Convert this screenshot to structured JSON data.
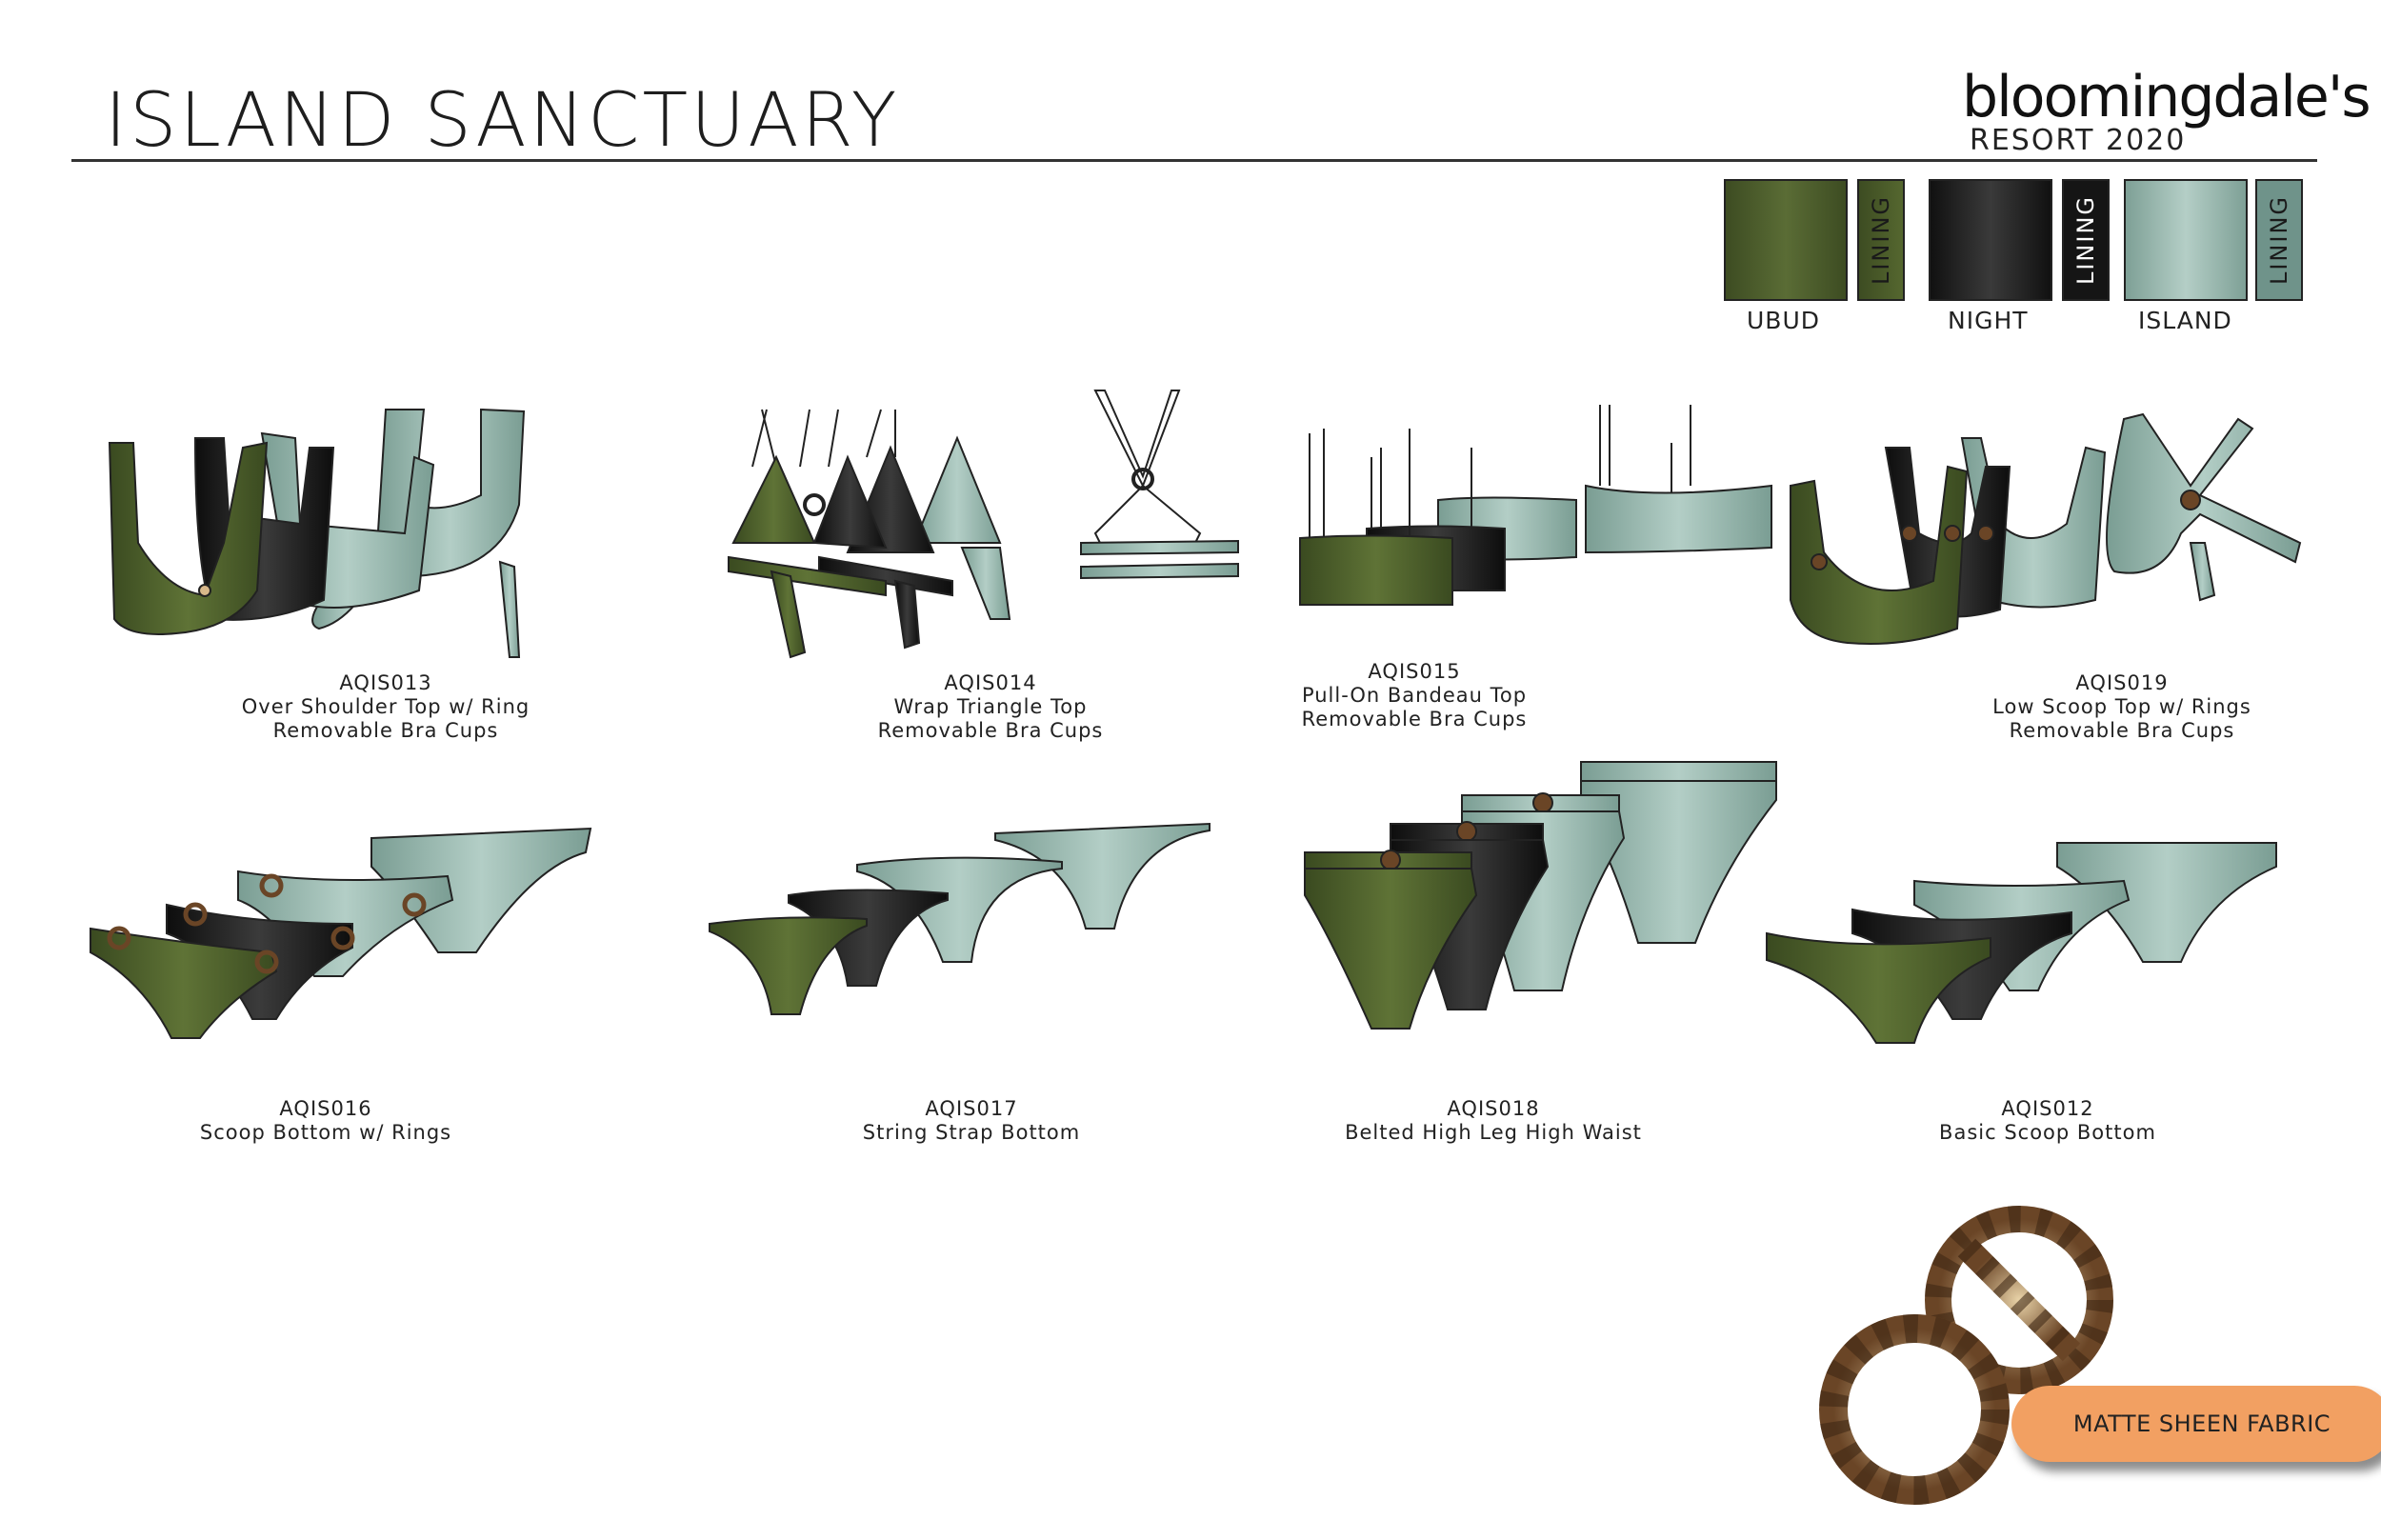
{
  "header": {
    "title": "ISLAND SANCTUARY",
    "brand": "bloomingdale's",
    "season": "RESORT 2020"
  },
  "colorways": [
    {
      "name": "UBUD",
      "lining_label": "LINING",
      "color": "#4a5a2a",
      "lining_color": "#4a5a2a"
    },
    {
      "name": "NIGHT",
      "lining_label": "LINING",
      "color": "#1c1c1c",
      "lining_color": "#1c1c1c"
    },
    {
      "name": "ISLAND",
      "lining_label": "LINING",
      "color": "#8fb0a6",
      "lining_color": "#6f938a"
    }
  ],
  "styles": [
    {
      "code": "AQIS013",
      "line1": "Over Shoulder Top w/ Ring",
      "line2": "Removable Bra Cups"
    },
    {
      "code": "AQIS014",
      "line1": "Wrap Triangle Top",
      "line2": "Removable Bra Cups"
    },
    {
      "code": "AQIS015",
      "line1": "Pull-On Bandeau Top",
      "line2": "Removable Bra Cups"
    },
    {
      "code": "AQIS019",
      "line1": "Low Scoop Top w/ Rings",
      "line2": "Removable Bra Cups"
    },
    {
      "code": "AQIS016",
      "line1": "Scoop Bottom w/ Rings",
      "line2": ""
    },
    {
      "code": "AQIS017",
      "line1": "String Strap Bottom",
      "line2": ""
    },
    {
      "code": "AQIS018",
      "line1": "Belted High Leg High Waist",
      "line2": ""
    },
    {
      "code": "AQIS012",
      "line1": "Basic Scoop Bottom",
      "line2": ""
    }
  ],
  "fabric_badge": "MATTE SHEEN FABRIC"
}
